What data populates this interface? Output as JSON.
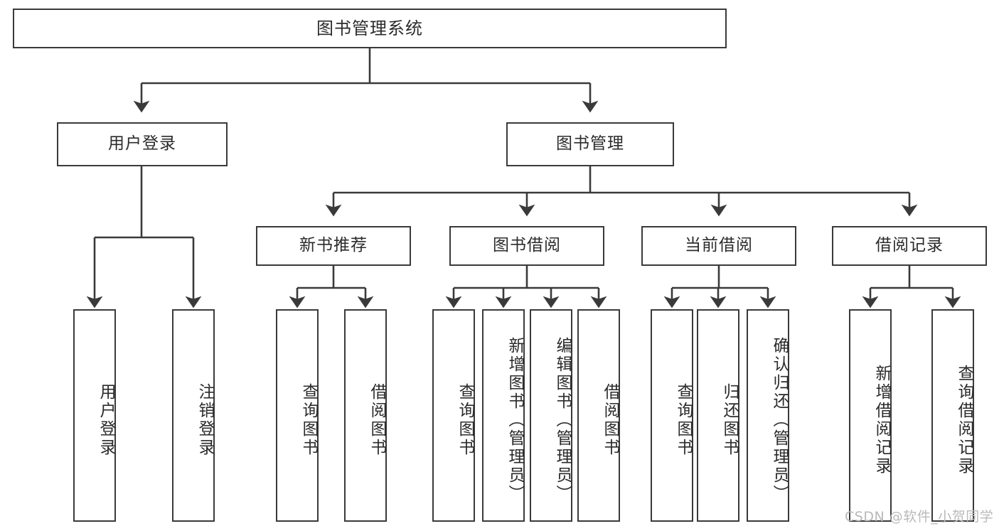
{
  "diagram": {
    "title": "图书管理系统",
    "type": "tree-hierarchy-chart",
    "watermark": "CSDN @软件_小贺同学",
    "colors": {
      "box_border": "#3a3a3a",
      "box_fill": "#ffffff",
      "edge": "#3a3a3a",
      "text": "#2b2b2b",
      "background": "#ffffff",
      "watermark": "#b9b9b9"
    },
    "levels": {
      "root": {
        "label": "图书管理系统"
      },
      "level2": [
        {
          "id": "user-login",
          "label": "用户登录"
        },
        {
          "id": "book-manage",
          "label": "图书管理"
        }
      ],
      "level3": [
        {
          "id": "new-book-rec",
          "label": "新书推荐",
          "parent": "book-manage"
        },
        {
          "id": "book-borrow",
          "label": "图书借阅",
          "parent": "book-manage"
        },
        {
          "id": "current-borrow",
          "label": "当前借阅",
          "parent": "book-manage"
        },
        {
          "id": "borrow-record",
          "label": "借阅记录",
          "parent": "book-manage"
        }
      ],
      "leaves": [
        {
          "id": "leaf-user-login",
          "label": "用户登录",
          "parent": "user-login"
        },
        {
          "id": "leaf-logout",
          "label": "注销登录",
          "parent": "user-login"
        },
        {
          "id": "leaf-query-book-rec",
          "label": "查询图书",
          "parent": "new-book-rec"
        },
        {
          "id": "leaf-borrow-book-rec",
          "label": "借阅图书",
          "parent": "new-book-rec"
        },
        {
          "id": "leaf-query-book-bb",
          "label": "查询图书",
          "parent": "book-borrow"
        },
        {
          "id": "leaf-add-book",
          "label": "新增图书（管理员）",
          "parent": "book-borrow"
        },
        {
          "id": "leaf-edit-book",
          "label": "编辑图书（管理员）",
          "parent": "book-borrow"
        },
        {
          "id": "leaf-borrow-book-bb",
          "label": "借阅图书",
          "parent": "book-borrow"
        },
        {
          "id": "leaf-query-book-cb",
          "label": "查询图书",
          "parent": "current-borrow"
        },
        {
          "id": "leaf-return-book",
          "label": "归还图书",
          "parent": "current-borrow"
        },
        {
          "id": "leaf-confirm-return",
          "label": "确认归还（管理员）",
          "parent": "current-borrow"
        },
        {
          "id": "leaf-add-record",
          "label": "新增借阅记录",
          "parent": "borrow-record"
        },
        {
          "id": "leaf-query-record",
          "label": "查询借阅记录",
          "parent": "borrow-record"
        }
      ]
    }
  }
}
